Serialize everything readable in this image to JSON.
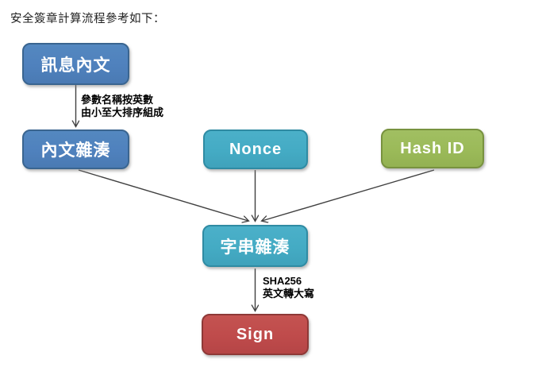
{
  "title": "安全簽章計算流程參考如下：",
  "colors": {
    "node_blue": "#4f81bd",
    "node_blue_border": "#3a6590",
    "node_teal": "#44abc4",
    "node_teal_border": "#2f8ba3",
    "node_green": "#9bba59",
    "node_green_border": "#78923f",
    "node_red": "#bf4b4b",
    "node_red_border": "#8e3937",
    "arrow": "#404040",
    "node_text": "#ffffff",
    "label_text": "#000000"
  },
  "diagram": {
    "nodes": [
      {
        "id": "message-body",
        "label": "訊息內文",
        "color": "blue"
      },
      {
        "id": "body-hash",
        "label": "內文雜湊",
        "color": "blue"
      },
      {
        "id": "nonce",
        "label": "Nonce",
        "color": "teal"
      },
      {
        "id": "hash-id",
        "label": "Hash ID",
        "color": "green"
      },
      {
        "id": "string-hash",
        "label": "字串雜湊",
        "color": "teal"
      },
      {
        "id": "sign",
        "label": "Sign",
        "color": "red"
      }
    ],
    "edges": [
      {
        "from": "message-body",
        "to": "body-hash",
        "label_line1": "參數名稱按英數",
        "label_line2": "由小至大排序組成"
      },
      {
        "from": "body-hash",
        "to": "string-hash",
        "label_line1": "",
        "label_line2": ""
      },
      {
        "from": "nonce",
        "to": "string-hash",
        "label_line1": "",
        "label_line2": ""
      },
      {
        "from": "hash-id",
        "to": "string-hash",
        "label_line1": "",
        "label_line2": ""
      },
      {
        "from": "string-hash",
        "to": "sign",
        "label_line1": "SHA256",
        "label_line2": "英文轉大寫"
      }
    ]
  }
}
